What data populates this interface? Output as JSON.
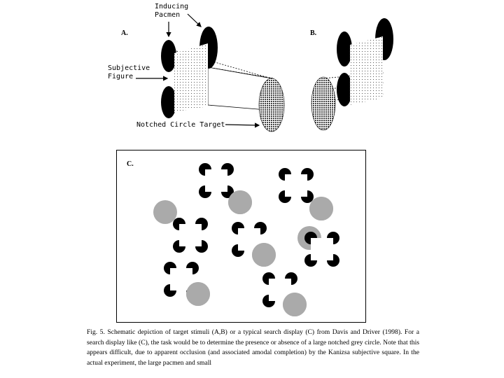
{
  "panels": {
    "a_label": "A.",
    "b_label": "B.",
    "c_label": "C."
  },
  "annotations": {
    "inducing_pacmen": "Inducing\nPacmen",
    "subjective_figure": "Subjective\nFigure",
    "notched_circle_target": "Notched Circle Target"
  },
  "caption": "Fig. 5. Schematic depiction of target stimuli (A,B) or a typical search display (C) from Davis and Driver (1998). For a search display like (C), the task would be to determine the presence or absence of a large notched grey circle. Note that this appears difficult, due to apparent occlusion (and associated amodal completion) by the Kanizsa subjective square. In the actual experiment, the large pacmen and small",
  "colors": {
    "pacman": "#000000",
    "grey_circle": "#aaaaaa",
    "stipple": "#555555"
  }
}
